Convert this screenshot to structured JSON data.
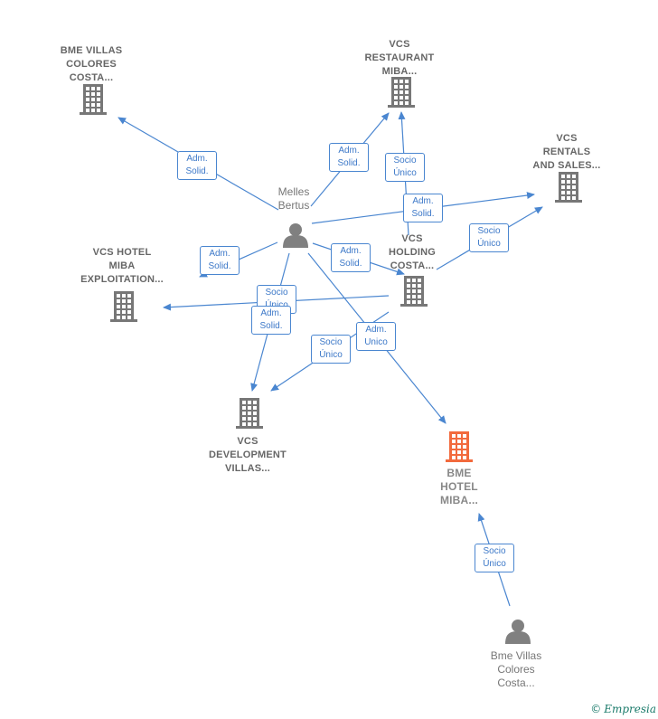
{
  "nodes": {
    "bme_villas_colores": {
      "label": [
        "BME VILLAS",
        "COLORES",
        "COSTA..."
      ],
      "icon": "building-icon"
    },
    "vcs_restaurant": {
      "label": [
        "VCS",
        "RESTAURANT",
        "MIBA..."
      ],
      "icon": "building-icon"
    },
    "vcs_rentals": {
      "label": [
        "VCS",
        "RENTALS",
        "AND SALES..."
      ],
      "icon": "building-icon"
    },
    "melles_bertus": {
      "label": [
        "Melles",
        "Bertus"
      ],
      "icon": "person-icon"
    },
    "vcs_holding": {
      "label": [
        "VCS",
        "HOLDING",
        "COSTA..."
      ],
      "icon": "building-icon"
    },
    "vcs_hotel_exploitation": {
      "label": [
        "VCS HOTEL",
        "MIBA",
        "EXPLOITATION..."
      ],
      "icon": "building-icon"
    },
    "vcs_development": {
      "label": [
        "VCS",
        "DEVELOPMENT",
        "VILLAS..."
      ],
      "icon": "building-icon"
    },
    "bme_hotel": {
      "label": [
        "BME",
        "HOTEL",
        "MIBA..."
      ],
      "icon": "building-icon",
      "focus": true
    },
    "bme_villas_person": {
      "label": [
        "Bme Villas",
        "Colores",
        "Costa..."
      ],
      "icon": "person-icon"
    }
  },
  "edges": [
    {
      "from": "melles_bertus",
      "to": "bme_villas_colores",
      "label": [
        "Adm.",
        "Solid."
      ]
    },
    {
      "from": "melles_bertus",
      "to": "vcs_restaurant",
      "label": [
        "Adm.",
        "Solid."
      ]
    },
    {
      "from": "vcs_holding",
      "to": "vcs_restaurant",
      "label": [
        "Socio",
        "Único"
      ]
    },
    {
      "from": "melles_bertus",
      "to": "vcs_rentals",
      "label": [
        "Adm.",
        "Solid."
      ]
    },
    {
      "from": "vcs_holding",
      "to": "vcs_rentals",
      "label": [
        "Socio",
        "Único"
      ]
    },
    {
      "from": "melles_bertus",
      "to": "vcs_hotel_exploitation",
      "label": [
        "Adm.",
        "Solid."
      ]
    },
    {
      "from": "melles_bertus",
      "to": "vcs_holding",
      "label": [
        "Adm.",
        "Solid."
      ]
    },
    {
      "from": "vcs_holding",
      "to": "vcs_hotel_exploitation",
      "label": [
        "Socio",
        "Único"
      ]
    },
    {
      "from": "melles_bertus",
      "to": "vcs_development",
      "label": [
        "Adm.",
        "Solid."
      ]
    },
    {
      "from": "vcs_holding",
      "to": "vcs_development",
      "label": [
        "Socio",
        "Único"
      ]
    },
    {
      "from": "melles_bertus",
      "to": "bme_hotel",
      "label": [
        "Adm.",
        "Unico"
      ]
    },
    {
      "from": "bme_villas_person",
      "to": "bme_hotel",
      "label": [
        "Socio",
        "Único"
      ]
    }
  ],
  "colors": {
    "edge": "#4a86d0",
    "building": "#777777",
    "focus": "#f26a3d",
    "person": "#808080"
  },
  "watermark": {
    "symbol": "©",
    "brand": "Empresia"
  }
}
